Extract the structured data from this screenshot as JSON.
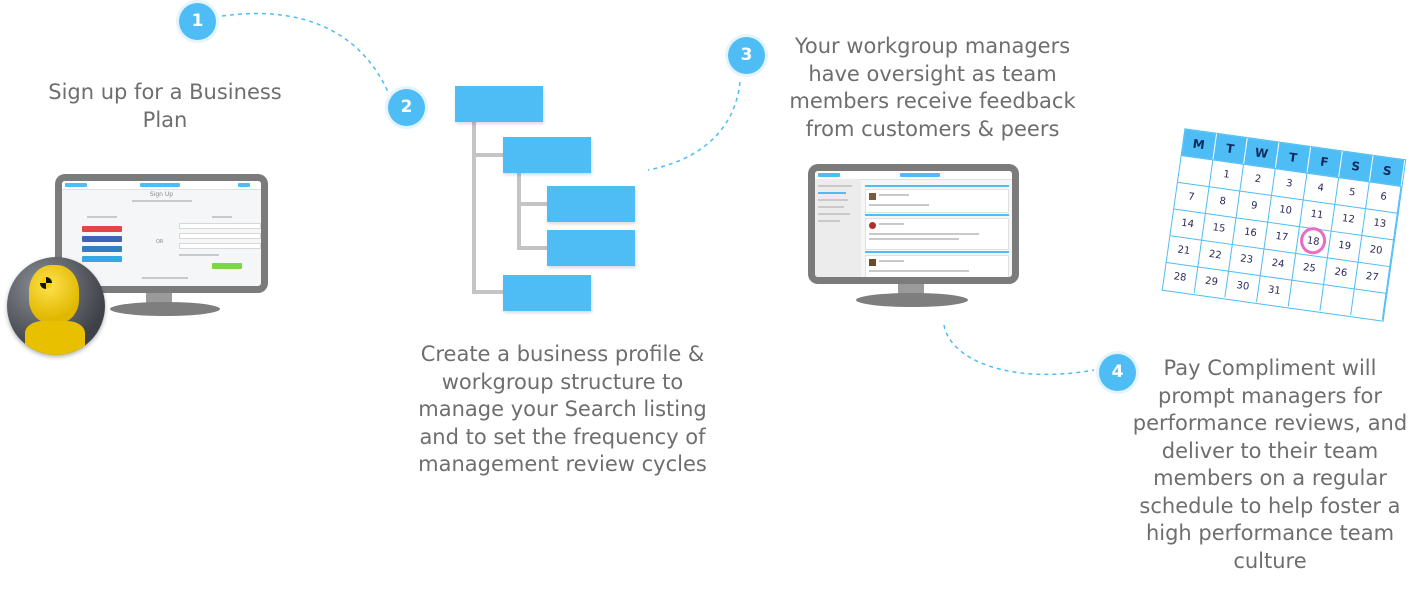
{
  "steps": [
    {
      "number": "1",
      "text": "Sign up for a Business Plan"
    },
    {
      "number": "2",
      "text": "Create a business profile & workgroup structure to manage your Search listing and to set the frequency of management review cycles"
    },
    {
      "number": "3",
      "text": "Your workgroup managers have oversight as team members receive feedback from customers & peers"
    },
    {
      "number": "4",
      "text": "Pay Compliment will prompt managers for performance reviews, and deliver to their team members on a regular schedule to help foster a high performance team culture"
    }
  ],
  "signup_screen": {
    "title": "Sign Up",
    "or_label": "OR"
  },
  "calendar": {
    "days": [
      "M",
      "T",
      "W",
      "T",
      "F",
      "S",
      "S"
    ],
    "dates": [
      "",
      "1",
      "2",
      "3",
      "4",
      "5",
      "6",
      "7",
      "8",
      "9",
      "10",
      "11",
      "12",
      "13",
      "14",
      "15",
      "16",
      "17",
      "18",
      "19",
      "20",
      "21",
      "22",
      "23",
      "24",
      "25",
      "26",
      "27",
      "28",
      "29",
      "30",
      "31",
      "",
      "",
      ""
    ],
    "highlighted": "18"
  },
  "colors": {
    "accent": "#4ebdf5",
    "text": "#6e6e6e",
    "circle": "#e86cc7",
    "calendar_header": "#4ebdf5"
  }
}
